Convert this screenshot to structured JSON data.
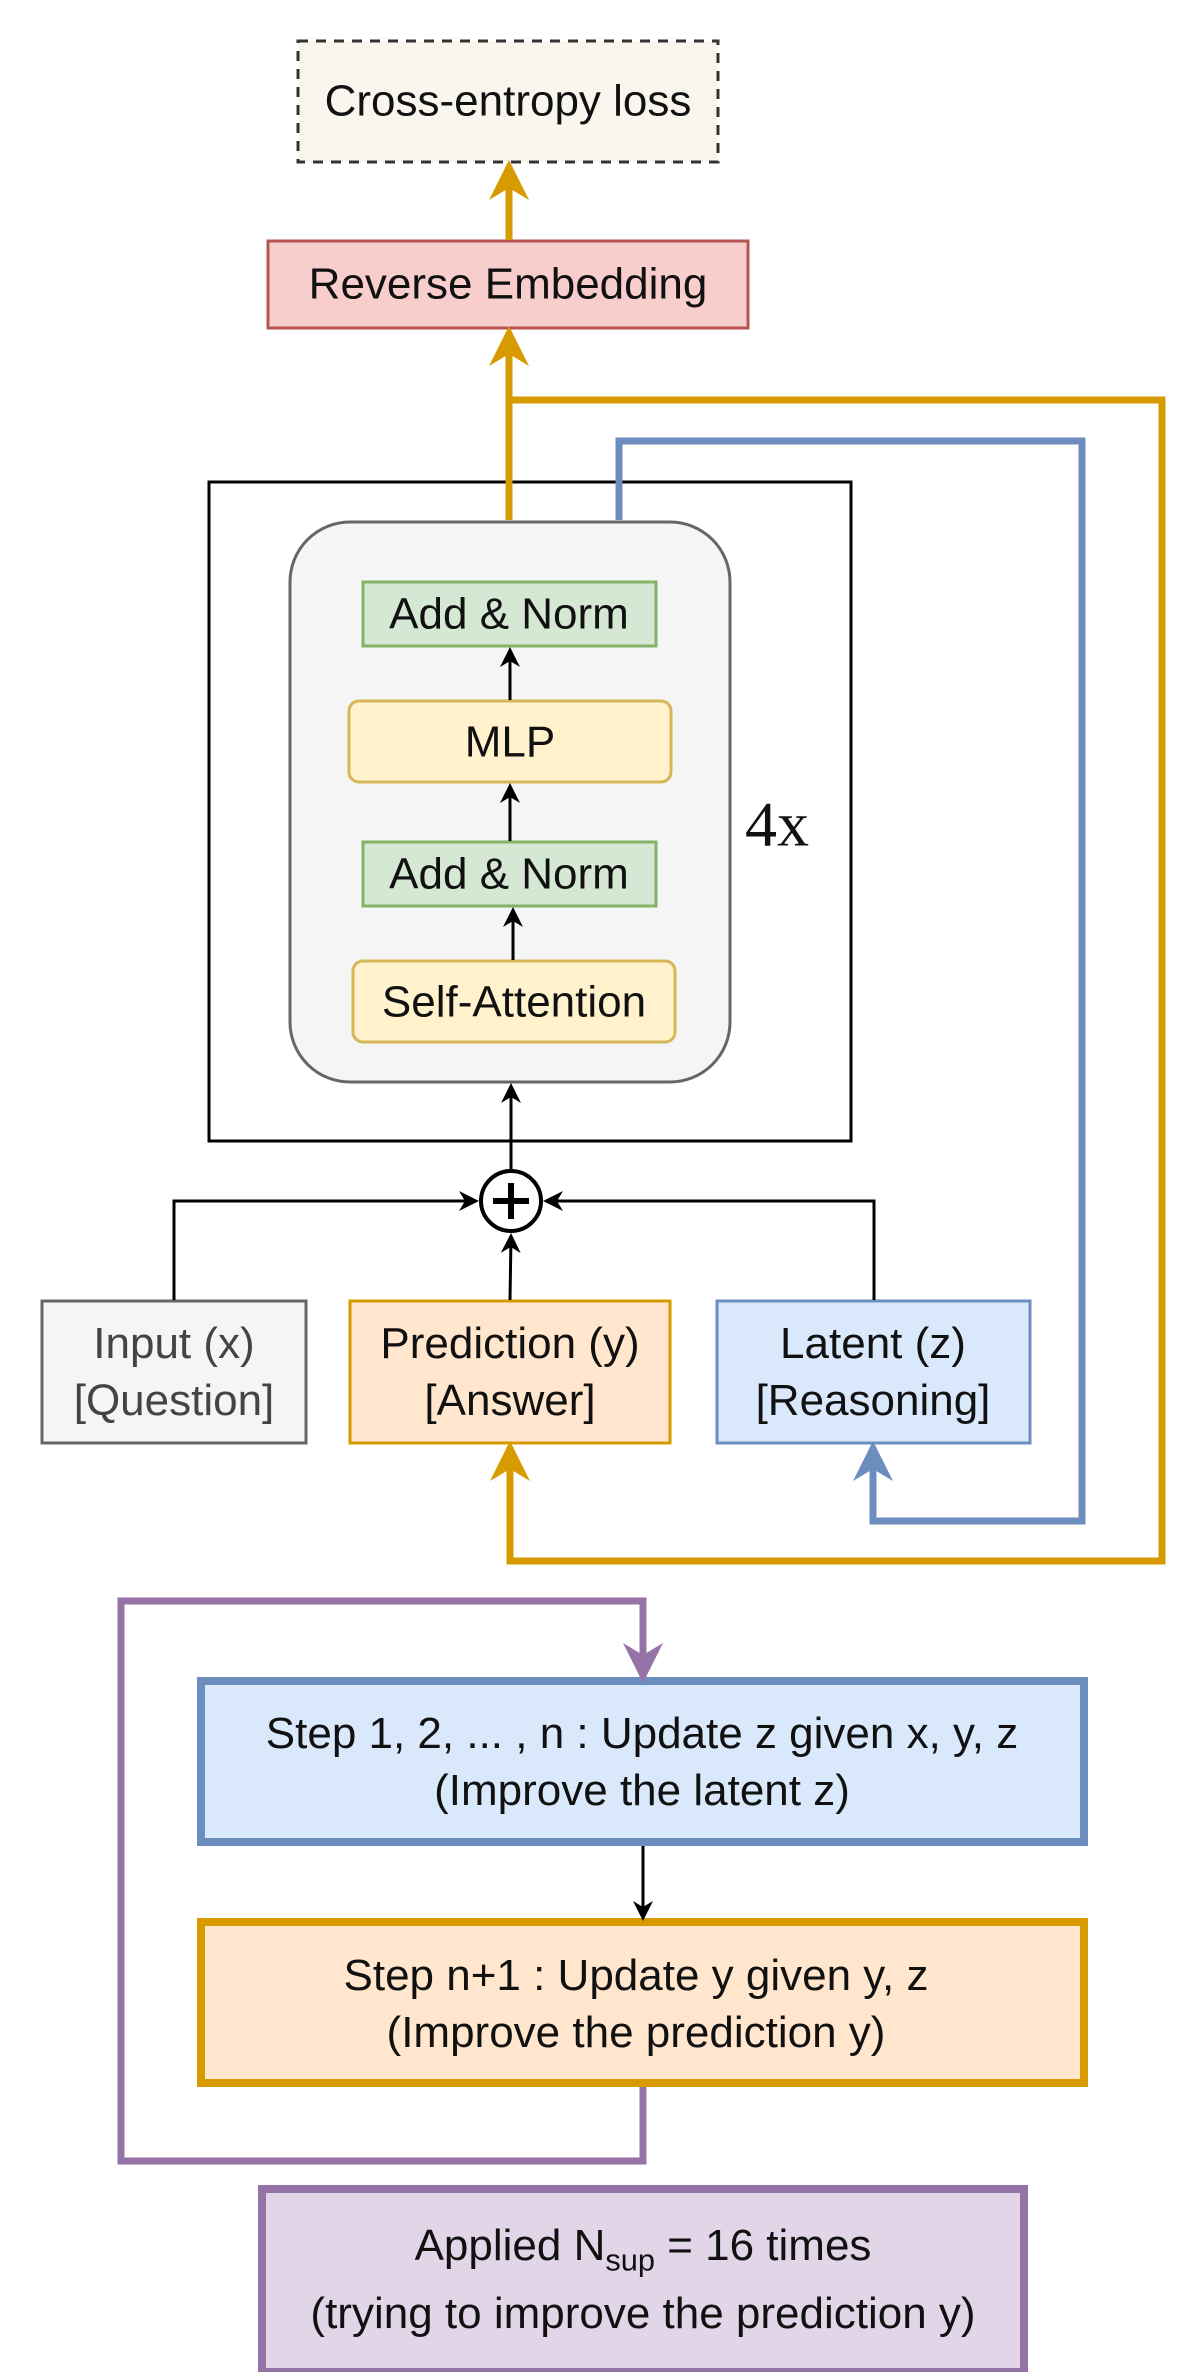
{
  "loss": {
    "label": "Cross-entropy loss"
  },
  "reverse_embedding": {
    "label": "Reverse Embedding"
  },
  "block": {
    "repeat": "4x",
    "add_norm_top": "Add & Norm",
    "mlp": "MLP",
    "add_norm_bottom": "Add & Norm",
    "self_attention": "Self-Attention"
  },
  "inputs": {
    "x": {
      "line1": "Input (x)",
      "line2": "[Question]"
    },
    "y": {
      "line1": "Prediction (y)",
      "line2": "[Answer]"
    },
    "z": {
      "line1": "Latent (z)",
      "line2": "[Reasoning]"
    }
  },
  "steps": {
    "step_z": {
      "line1": "Step 1, 2, ... , n : Update z given x, y, z",
      "line2": "(Improve the latent z)"
    },
    "step_y": {
      "line1": "Step n+1 : Update y given y, z",
      "line2": "(Improve the prediction y)"
    }
  },
  "applied": {
    "prefix": "Applied N",
    "sub": "sup",
    "suffix": " = 16 times",
    "line2": "(trying to improve the prediction y)"
  },
  "colors": {
    "gold": "#d79b00",
    "blue": "#6c8ebf",
    "purple": "#9673a6",
    "green_fill": "#d5e8d4",
    "green_stroke": "#82b366",
    "yellow_fill": "#fff2cc",
    "yellow_stroke": "#d6b656",
    "red_fill": "#f8cecc",
    "red_stroke": "#b85450",
    "orange_fill": "#ffe6cc",
    "blue_fill": "#dae8fc",
    "purple_fill": "#e1d5e7",
    "grey_fill": "#f5f5f5"
  }
}
